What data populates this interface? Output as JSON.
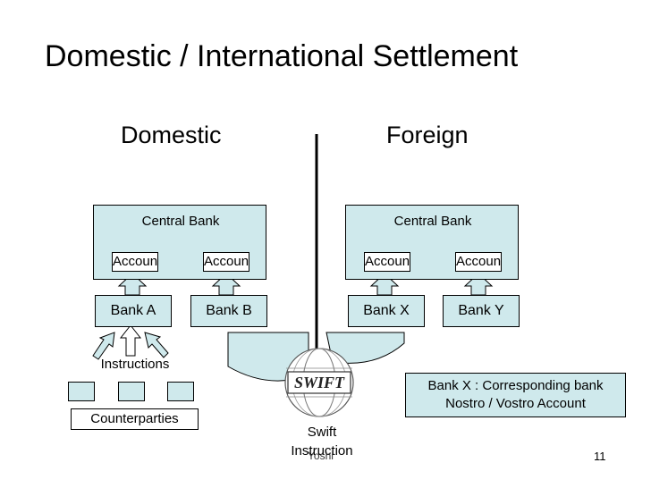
{
  "title": "Domestic / International Settlement",
  "domestic": {
    "heading": "Domestic",
    "central_bank": "Central Bank",
    "account_left": "Account",
    "account_right": "Account",
    "bank_a": "Bank A",
    "bank_b": "Bank B",
    "instructions": "Instructions",
    "counterparties": "Counterparties"
  },
  "foreign": {
    "heading": "Foreign",
    "central_bank": "Central Bank",
    "account_left": "Account",
    "account_right": "Account",
    "bank_x": "Bank X",
    "bank_y": "Bank Y"
  },
  "swift": {
    "logo_text": "SWIFT",
    "caption": "Swift Instruction"
  },
  "note": {
    "line1": "Bank X : Corresponding bank",
    "line2": "Nostro / Vostro Account"
  },
  "footer": {
    "author": "Yoshi",
    "page_number": "11"
  },
  "colors": {
    "box_fill": "#cfe9ec",
    "outline": "#000000"
  }
}
